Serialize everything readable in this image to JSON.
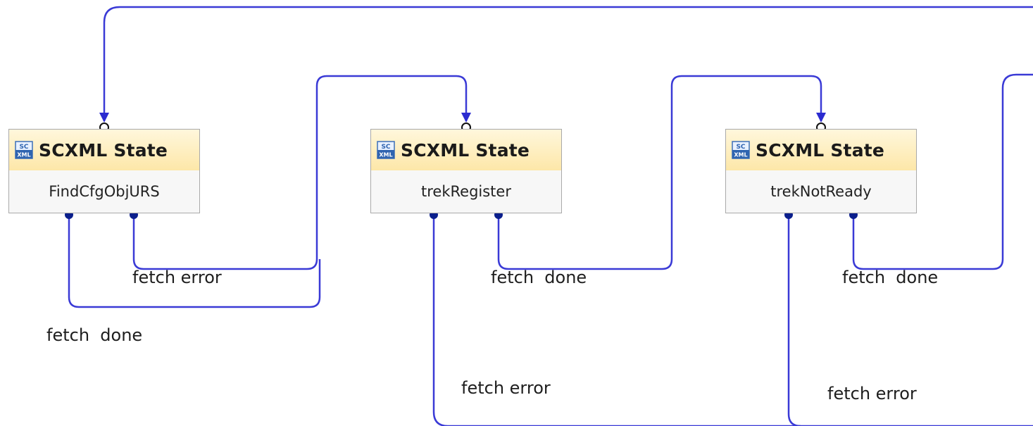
{
  "states": [
    {
      "title": "SCXML State",
      "name": "FindCfgObjURS",
      "icon": "scxml-file-icon"
    },
    {
      "title": "SCXML State",
      "name": "trekRegister",
      "icon": "scxml-file-icon"
    },
    {
      "title": "SCXML State",
      "name": "trekNotReady",
      "icon": "scxml-file-icon"
    }
  ],
  "icon_text": {
    "top": "SC",
    "bottom": "XML"
  },
  "transition_labels": {
    "s1_error": "fetch error",
    "s1_done": "fetch  done",
    "s2_done": "fetch  done",
    "s2_error": "fetch error",
    "s3_done": "fetch  done",
    "s3_error": "fetch error"
  },
  "colors": {
    "wire": "#3a3ad6",
    "port": "#0b1f8c",
    "header_top": "#fff7dc",
    "header_bottom": "#fde7a8"
  }
}
